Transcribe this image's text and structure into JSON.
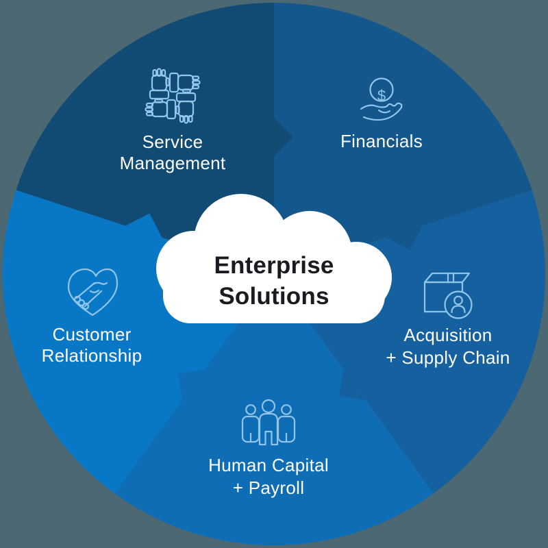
{
  "background_color": "#4C6872",
  "label_color": "#FFFFFF",
  "icon_stroke_color": "#92C5EA",
  "dollar_sign": "$",
  "cloud": {
    "fill": "#FFFFFF",
    "title_color": "#1A1A21",
    "title_lines": [
      "Enterprise",
      "Solutions"
    ]
  },
  "segments": [
    {
      "id": "service-management",
      "label_lines": [
        "Service",
        "Management"
      ],
      "color": "#114A73",
      "icon": "teamwork-hands-icon"
    },
    {
      "id": "financials",
      "label_lines": [
        "Financials"
      ],
      "color": "#14578C",
      "icon": "hand-coin-icon"
    },
    {
      "id": "acquisition-supply-chain",
      "label_lines": [
        "Acquisition",
        "+ Supply Chain"
      ],
      "color": "#1561A0",
      "icon": "box-person-icon"
    },
    {
      "id": "human-capital-payroll",
      "label_lines": [
        "Human Capital",
        "+ Payroll"
      ],
      "color": "#0E6DB5",
      "icon": "people-group-icon"
    },
    {
      "id": "customer-relationship",
      "label_lines": [
        "Customer",
        "Relationship"
      ],
      "color": "#0878C6",
      "icon": "heart-handshake-icon"
    }
  ]
}
